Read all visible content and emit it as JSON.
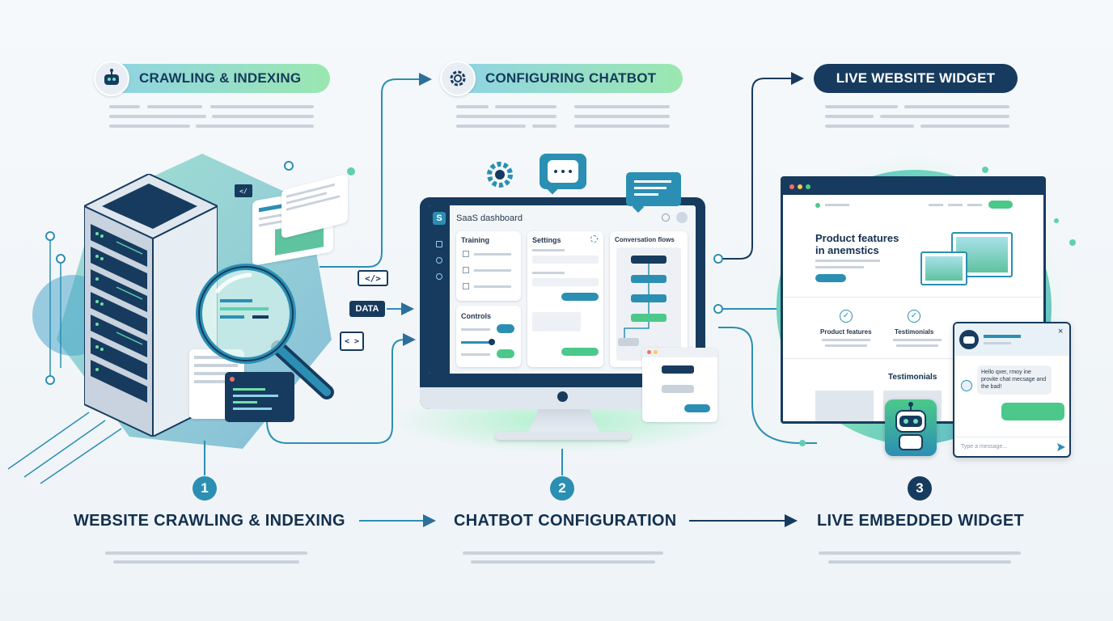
{
  "stages": [
    {
      "pill_label": "CRAWLING & INDEXING",
      "pill_icon": "robot-icon",
      "number": "1",
      "title": "WEBSITE CRAWLING & INDEXING"
    },
    {
      "pill_label": "CONFIGURING CHATBOT",
      "pill_icon": "gear-icon",
      "number": "2",
      "title": "CHATBOT CONFIGURATION"
    },
    {
      "pill_label": "LIVE WEBSITE WIDGET",
      "number": "3",
      "title": "LIVE EMBEDDED WIDGET"
    }
  ],
  "crawler": {
    "tag_code_1": "</>",
    "tag_data": "DATA",
    "tag_code_2": "< >",
    "tag_code_3": "</"
  },
  "dashboard": {
    "logo": "S",
    "title": "SaaS dashboard",
    "panels": {
      "training": "Training",
      "settings": "Settings",
      "conversation_flows": "Conversation flows",
      "controls": "Controls"
    }
  },
  "website": {
    "hero_title_line1": "Product features",
    "hero_title_line2": "in anemstics",
    "feature_1": "Product features",
    "feature_2": "Testimonials",
    "section_title": "Testimonials"
  },
  "chat_widget": {
    "bot_message": "Hello qxer, rmoy ine provite chat mecsage and the bad!",
    "input_placeholder": "Type a message...",
    "close_symbol": "×"
  },
  "colors": {
    "navy": "#173b5e",
    "teal": "#2e8fb0",
    "green": "#4cc98a",
    "step1": "#2b8fb3",
    "step2": "#2b8fb3",
    "step3": "#173b5e"
  }
}
